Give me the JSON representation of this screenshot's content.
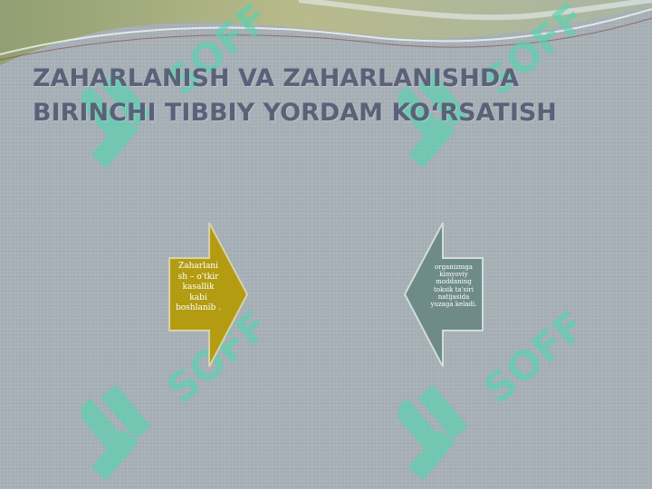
{
  "title": "ZAHARLANISH VA ZAHARLANISHDA BIRINCHI TIBBIY YORDAM KO‘RSATISH",
  "arrow_left": {
    "text": "Zaharlani sh – o'tkir kasallik kabi boshlanib .",
    "fill": "#b39c12"
  },
  "arrow_right": {
    "text": "organizmga kimyoviy moddaning toksik ta'siri natijasida yuzaga keladi.",
    "fill": "#6e8b88"
  },
  "watermark": {
    "text": "SOFF",
    "color": "#59d3b0"
  },
  "colors": {
    "background": "#a3adb3",
    "title": "#5b6179"
  }
}
